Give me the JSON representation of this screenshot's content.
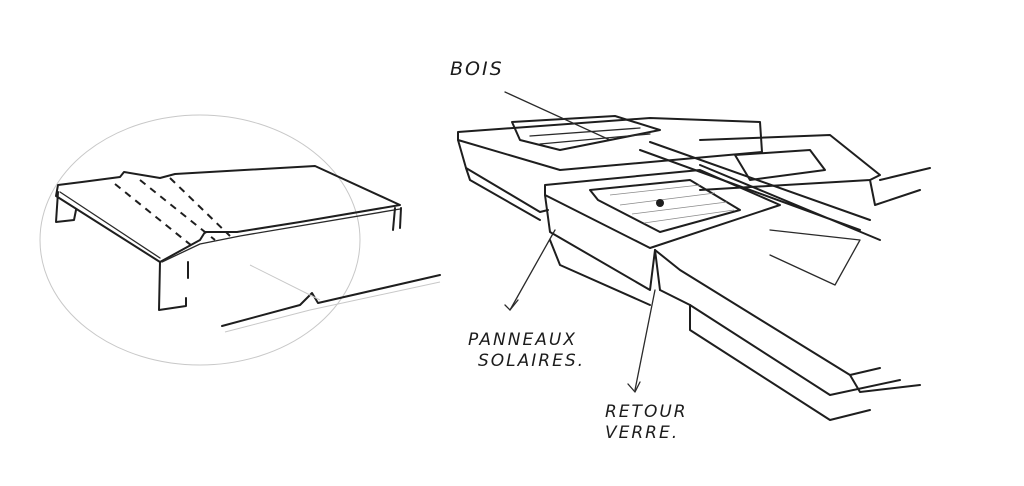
{
  "sketch": {
    "annotations": {
      "bois": "BOIS",
      "panneaux_line1": "PANNEAUX",
      "panneaux_line2": "SOLAIRES.",
      "retour_line1": "RETOUR",
      "retour_line2": "VERRE."
    },
    "colors": {
      "ink": "#1e1e1e",
      "pencil": "#c8c8c8",
      "background": "#ffffff"
    }
  }
}
